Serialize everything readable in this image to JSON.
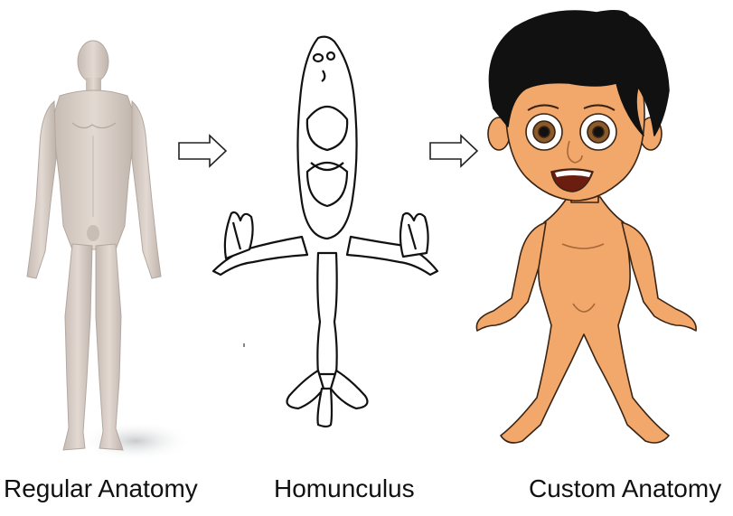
{
  "figure": {
    "panels": [
      {
        "id": "regular",
        "label": "Regular Anatomy"
      },
      {
        "id": "homunculus",
        "label": "Homunculus"
      },
      {
        "id": "custom",
        "label": "Custom Anatomy"
      }
    ],
    "arrows": 2
  },
  "colors": {
    "regular_skin": "#d6cdc6",
    "regular_shade": "#b9aea6",
    "outline": "#111111",
    "custom_skin": "#f2a86b",
    "custom_hair": "#111111",
    "eye_iris": "#8a5a2b"
  }
}
